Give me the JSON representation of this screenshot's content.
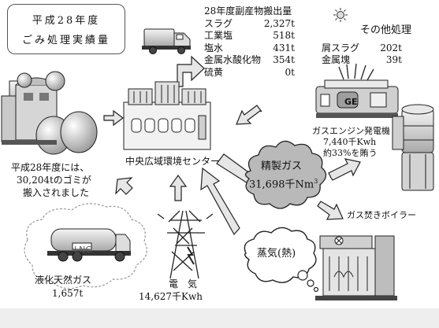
{
  "title": {
    "line1": "平成28年度",
    "line2": "ごみ処理実績量"
  },
  "byproducts": {
    "heading": "28年度副産物搬出量",
    "items": [
      {
        "label": "スラグ",
        "value": "2,327t"
      },
      {
        "label": "工業塩",
        "value": "518t"
      },
      {
        "label": "塩水",
        "value": "431t"
      },
      {
        "label": "金属水酸化物",
        "value": "354t"
      },
      {
        "label": "硫黄",
        "value": "0t"
      }
    ]
  },
  "other_processing": {
    "heading": "その他処理",
    "items": [
      {
        "label": "屑スラグ",
        "value": "202t"
      },
      {
        "label": "金属塊",
        "value": "39t"
      }
    ]
  },
  "center": {
    "label": "中央広域環境センター"
  },
  "waste_intake": {
    "line1": "平成28年度には、",
    "line2": "30,204tのゴミが",
    "line3": "搬入されました"
  },
  "gas_engine": {
    "line1": "ガスエンジン発電機",
    "line2": "7,440千Kwh",
    "line3": "約33%を賄う"
  },
  "refined_gas": {
    "line1": "精製ガス",
    "line2": "31,698千Nm",
    "sup": "3"
  },
  "gas_boiler": {
    "label": "ガス焚きボイラー"
  },
  "steam": {
    "label": "蒸気(熱)"
  },
  "lng": {
    "line1": "液化天然ガス",
    "line2": "1,657t",
    "tank_label": "LNG"
  },
  "electricity": {
    "line1": "電　気",
    "line2": "14,627千Kwh"
  },
  "engine_label": "GE",
  "colors": {
    "ink": "#222222",
    "arrow_fill": "#e6e6e6",
    "shade": "#bdbdbd"
  }
}
